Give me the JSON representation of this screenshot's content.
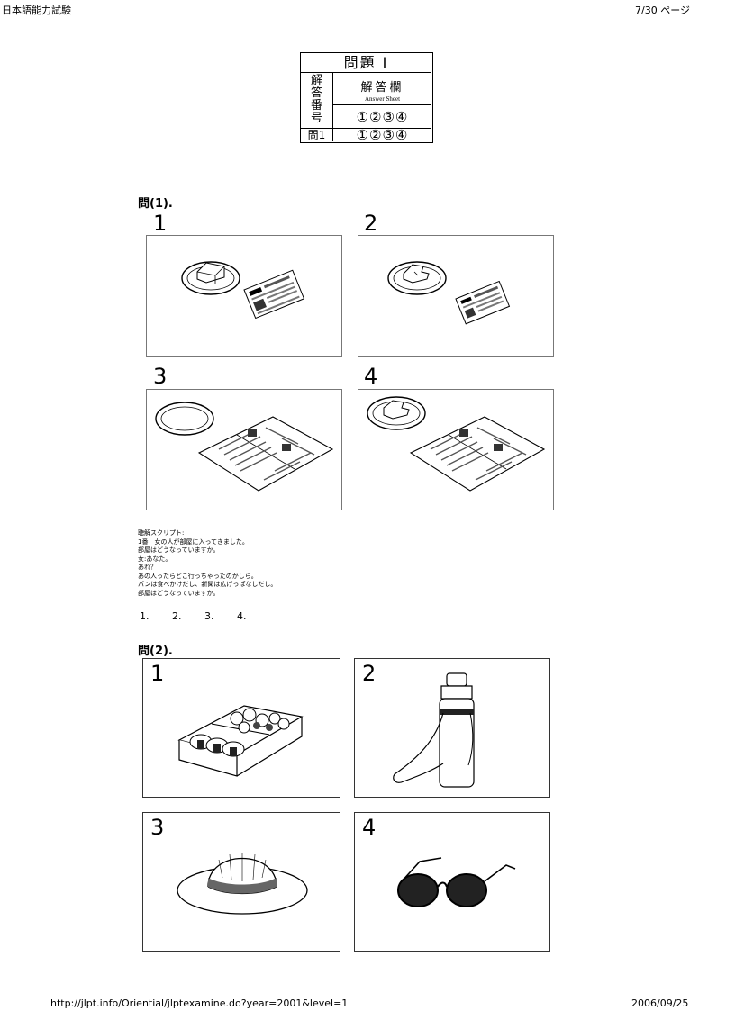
{
  "header": {
    "left": "日本語能力試験",
    "right": "7/30 ページ"
  },
  "footer": {
    "left": "http://jlpt.info/Oriential/jlptexamine.do?year=2001&level=1",
    "right": "2006/09/25"
  },
  "answer_sheet": {
    "title": "問題 Ⅰ",
    "row_header": [
      "解",
      "答",
      "番",
      "号"
    ],
    "column_header": "解答欄",
    "column_header_en": "Answer Sheet",
    "header_options": "①②③④",
    "rows": [
      {
        "label": "問1",
        "options": "①②③④"
      }
    ]
  },
  "question1": {
    "label": "問(1).",
    "panels": [
      {
        "number": "1",
        "description": "plate with half-eaten bread and folded newspaper"
      },
      {
        "number": "2",
        "description": "plate with bitten bread and folded newspaper"
      },
      {
        "number": "3",
        "description": "empty plate and spread-open newspaper"
      },
      {
        "number": "4",
        "description": "plate with bitten bread and spread-open newspaper"
      }
    ],
    "script_lines": [
      "聴解スクリプト:",
      "1番　女の人が部屋に入ってきました。",
      "部屋はどうなっていますか。",
      "女:あなた。",
      "あれ？",
      "あの人ったらどこ行っちゃったのかしら。",
      "パンは食べかけだし、新聞は広げっぱなしだし。",
      "部屋はどうなっていますか。"
    ],
    "answer_choices": [
      "1.",
      "2.",
      "3.",
      "4."
    ]
  },
  "question2": {
    "label": "問(2).",
    "panels": [
      {
        "number": "1",
        "description": "lunch box (bento)"
      },
      {
        "number": "2",
        "description": "thermos flask with strap"
      },
      {
        "number": "3",
        "description": "wide-brimmed hat"
      },
      {
        "number": "4",
        "description": "sunglasses"
      }
    ]
  }
}
